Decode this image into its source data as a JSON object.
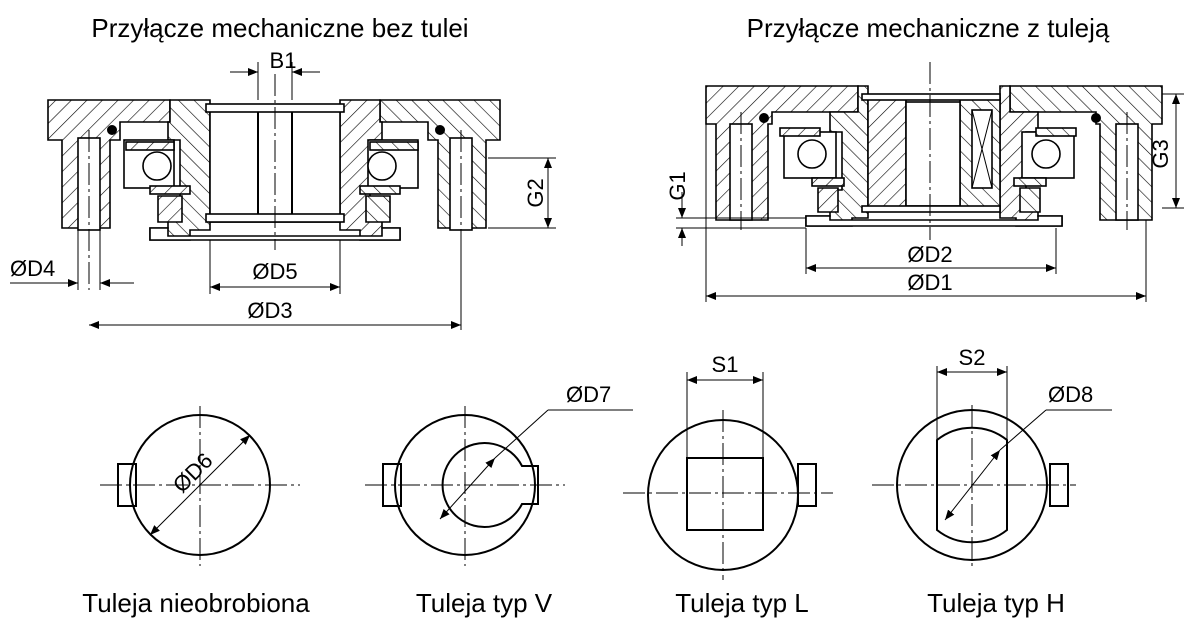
{
  "titles": {
    "left": "Przyłącze mechaniczne bez tulei",
    "right": "Przyłącze mechaniczne z tuleją"
  },
  "dimensions": {
    "B1": "B1",
    "G1": "G1",
    "G2": "G2",
    "G3": "G3",
    "D1": "ØD1",
    "D2": "ØD2",
    "D3": "ØD3",
    "D4": "ØD4",
    "D5": "ØD5",
    "D6": "ØD6",
    "D7": "ØD7",
    "D8": "ØD8",
    "S1": "S1",
    "S2": "S2"
  },
  "captions": {
    "raw": "Tuleja nieobrobiona",
    "typeV": "Tuleja typ V",
    "typeL": "Tuleja typ L",
    "typeH": "Tuleja typ H"
  }
}
